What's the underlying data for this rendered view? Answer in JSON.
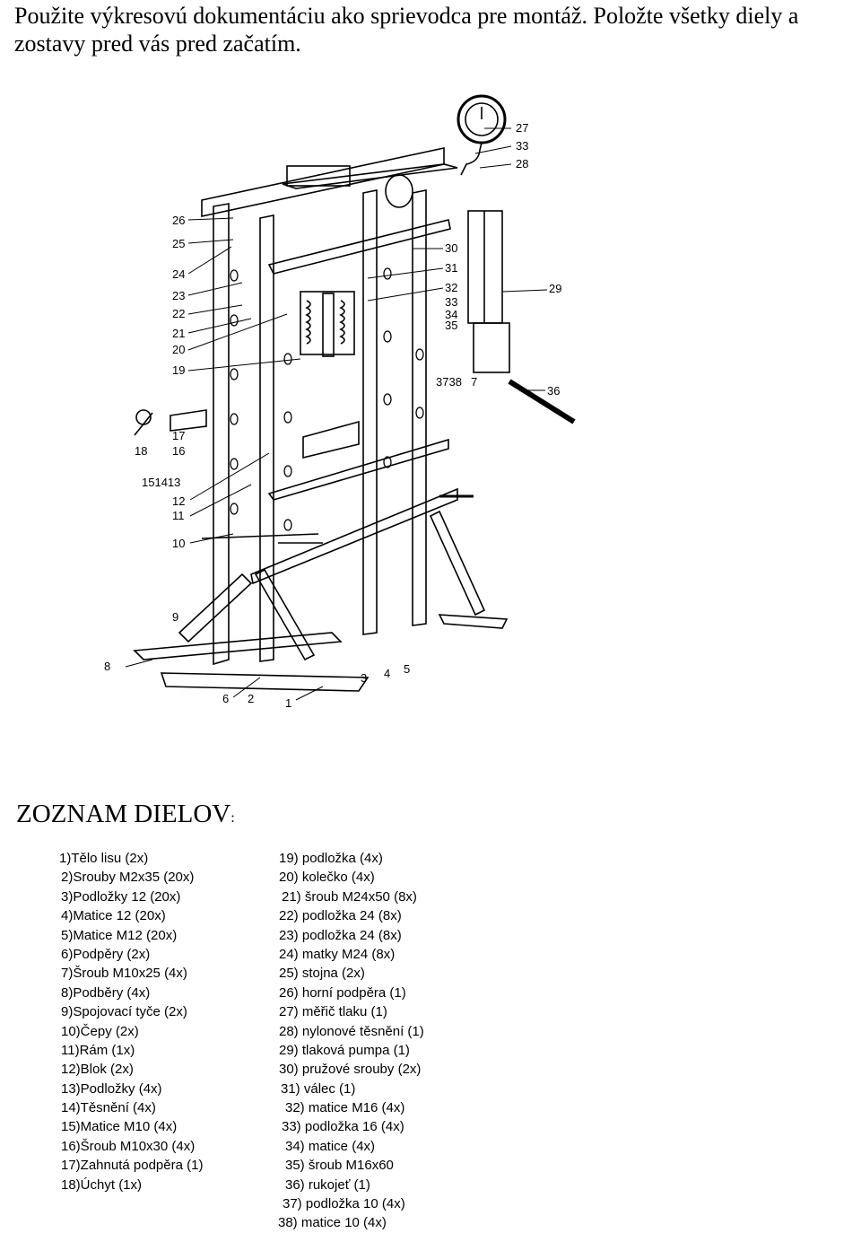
{
  "intro": {
    "line1": "Použite výkresovú dokumentáciu ako sprievodca pre montáž. Položte všetky diely a",
    "line2": "zostavy pred vás pred začatím."
  },
  "diagram": {
    "callouts": [
      "26",
      "25",
      "24",
      "23",
      "22",
      "21",
      "20",
      "19",
      "17",
      "16",
      "18",
      "151413",
      "12",
      "11",
      "10",
      "9",
      "8",
      "6",
      "2",
      "1",
      "3",
      "4",
      "5",
      "27",
      "33",
      "28",
      "30",
      "31",
      "32",
      "33",
      "34",
      "35",
      "29",
      "3738",
      "7",
      "36"
    ]
  },
  "parts_list": {
    "title": "ZOZNAM DIELOV",
    "title_suffix": ":",
    "left": [
      "1)Tělo lisu (2x)",
      "2)Srouby M2x35 (20x)",
      "3)Podložky 12 (20x)",
      "4)Matice 12 (20x)",
      "5)Matice M12 (20x)",
      "6)Podpěry (2x)",
      "7)Šroub M10x25 (4x)",
      "8)Podběry (4x)",
      "9)Spojovací tyče (2x)",
      "10)Čepy (2x)",
      "11)Rám (1x)",
      "12)Blok (2x)",
      "13)Podložky (4x)",
      "14)Těsnění (4x)",
      "15)Matice M10 (4x)",
      "16)Šroub M10x30 (4x)",
      "17)Zahnutá podpěra (1)",
      "18)Úchyt (1x)"
    ],
    "right": [
      "19) podložka (4x)",
      "20) kolečko (4x)",
      "21) šroub M24x50 (8x)",
      "22) podložka 24 (8x)",
      "23) podložka 24 (8x)",
      "24) matky M24 (8x)",
      "25) stojna (2x)",
      "26) horní podpěra (1)",
      "27) měřič tlaku (1)",
      "28) nylonové těsnění  (1)",
      "29) tlaková pumpa (1)",
      "30) pružové srouby (2x)",
      "31) válec (1)",
      "32) matice M16 (4x)",
      "33) podložka 16 (4x)",
      "34) matice (4x)",
      "35) šroub M16x60",
      "36) rukojeť (1)",
      "37) podložka 10 (4x)",
      "38) matice 10 (4x)"
    ]
  }
}
